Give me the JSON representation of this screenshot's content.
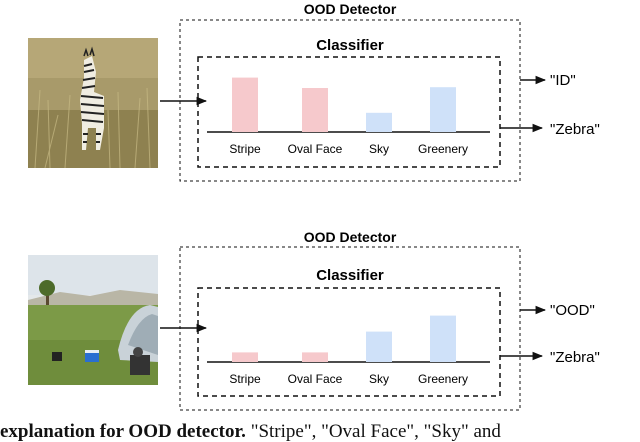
{
  "panels": [
    {
      "id": "zebra",
      "detector_label": "OOD Detector",
      "classifier_label": "Classifier",
      "concepts": [
        "Stripe",
        "Oval Face",
        "Sky",
        "Greenery"
      ],
      "values": [
        0.68,
        0.55,
        0.24,
        0.56
      ],
      "concept_colors": [
        "#f6c9cc",
        "#f6c9cc",
        "#cfe1f9",
        "#cfe1f9"
      ],
      "detector_output": "\"ID\"",
      "classifier_output": "\"Zebra\"",
      "image_subject": "zebra standing in tall grass"
    },
    {
      "id": "camp",
      "detector_label": "OOD Detector",
      "classifier_label": "Classifier",
      "concepts": [
        "Stripe",
        "Oval Face",
        "Sky",
        "Greenery"
      ],
      "values": [
        0.12,
        0.12,
        0.38,
        0.58
      ],
      "concept_colors": [
        "#f6c9cc",
        "#f6c9cc",
        "#cfe1f9",
        "#cfe1f9"
      ],
      "detector_output": "\"OOD\"",
      "classifier_output": "\"Zebra\"",
      "image_subject": "campsite with tent on grass"
    }
  ],
  "caption": {
    "bold": "explanation for OOD detector.",
    "rest": " \"Stripe\", \"Oval Face\", \"Sky\" and"
  },
  "colors": {
    "line": "#111111",
    "pink": "#f6c9cc",
    "blue": "#cfe1f9"
  }
}
